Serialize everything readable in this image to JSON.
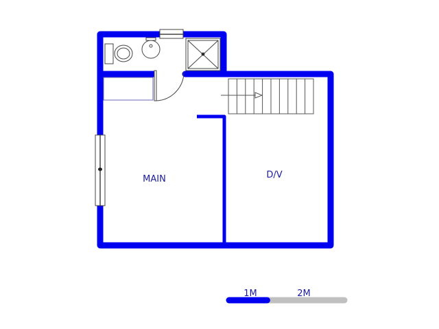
{
  "rooms": [
    {
      "label": "MAIN"
    },
    {
      "label": "D/V"
    }
  ],
  "scale_bar": {
    "labels": [
      "1M",
      "2M"
    ],
    "filled_fraction": 0.33
  },
  "colors": {
    "wall": "#0000f0",
    "text": "#1a1aa0",
    "scale_empty": "#c0c0c0",
    "fixture": "#555555"
  }
}
